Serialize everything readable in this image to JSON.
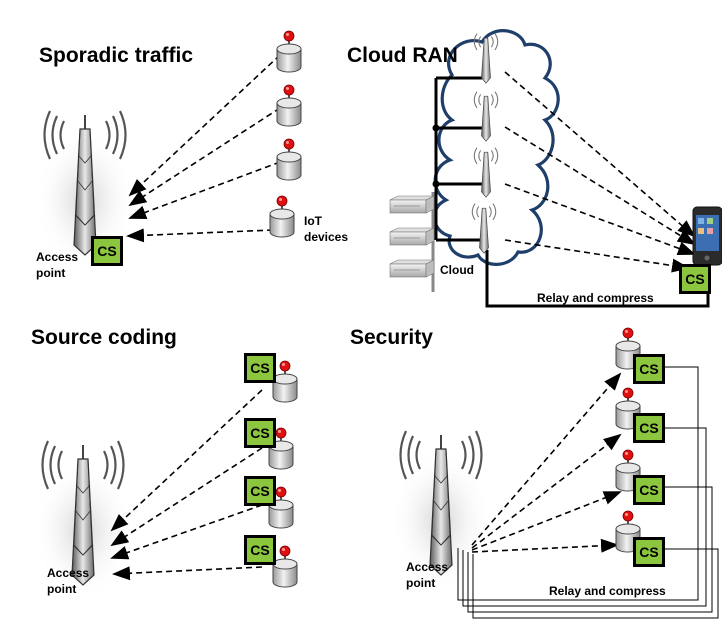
{
  "titles": {
    "sporadic": "Sporadic traffic",
    "cloud_ran": "Cloud RAN",
    "source_coding": "Source coding",
    "security": "Security"
  },
  "labels": {
    "access_point": "Access point",
    "iot_devices": "IoT devices",
    "cloud": "Cloud",
    "relay_compress": "Relay and compress",
    "cs": "CS"
  },
  "colors": {
    "cs_fill": "#8cc63f",
    "pin_red": "#e01010",
    "cloud_edge": "#1f3f6b",
    "line": "#000000"
  },
  "icons": [
    "antenna-tower-icon",
    "iot-device-icon",
    "cs-box-icon",
    "cloud-icon",
    "server-rack-icon",
    "smartphone-icon"
  ]
}
